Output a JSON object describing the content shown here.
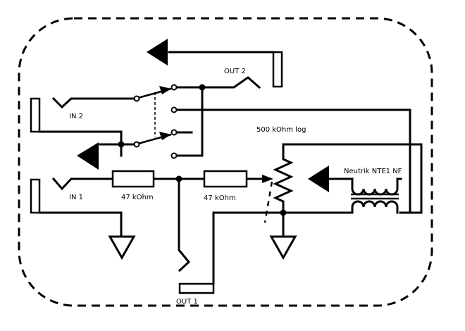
{
  "labels": {
    "in1": "IN 1",
    "in2": "IN 2",
    "out1": "OUT 1",
    "out2": "OUT 2",
    "r1": "47 kOhm",
    "r2": "47 kOhm",
    "pot": "500 kOhm log",
    "transformer": "Neutrik NTE1 NF"
  }
}
